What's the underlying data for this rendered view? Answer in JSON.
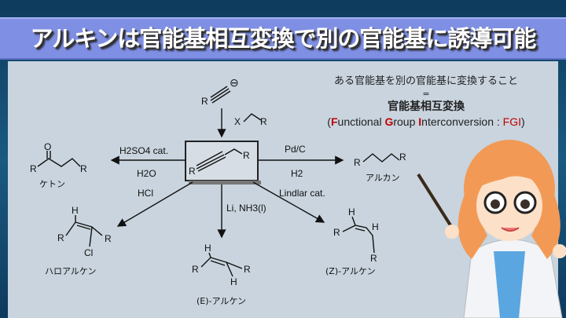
{
  "title": "アルキンは官能基相互変換で別の官能基に誘導可能",
  "note": {
    "line1": "ある官能基を別の官能基に変換すること",
    "equals": "=",
    "term": "官能基相互変換",
    "open": "(",
    "F": "F",
    "unctional": "unctional ",
    "G": "G",
    "roup": "roup ",
    "I": "I",
    "nterconversion": "nterconversion : ",
    "abbr": "FGI",
    "close": ")"
  },
  "reagents": {
    "acetylide_R": "R",
    "charge": "⊖",
    "X": "X",
    "R_halide": "R",
    "box_R1": "R",
    "box_R2": "R",
    "h2so4": "H2SO4 cat.",
    "h2o": "H2O",
    "hcl": "HCl",
    "pdc": "Pd/C",
    "h2": "H2",
    "lindlar": "Lindlar cat.",
    "li": "Li, NH3(l)"
  },
  "products": {
    "ketone": {
      "O": "O",
      "R1": "R",
      "R2": "R",
      "label": "ケトン"
    },
    "alkane": {
      "R1": "R",
      "R2": "R",
      "label": "アルカン"
    },
    "haloalkene": {
      "H": "H",
      "R1": "R",
      "Cl": "Cl",
      "R2": "R",
      "label": "ハロアルケン"
    },
    "e_alkene": {
      "H1": "H",
      "H2": "H",
      "R1": "R",
      "R2": "R",
      "label": "(E)-アルケン"
    },
    "z_alkene": {
      "H1": "H",
      "H2": "H",
      "R1": "R",
      "R2": "R",
      "label": "(Z)-アルケン"
    }
  }
}
